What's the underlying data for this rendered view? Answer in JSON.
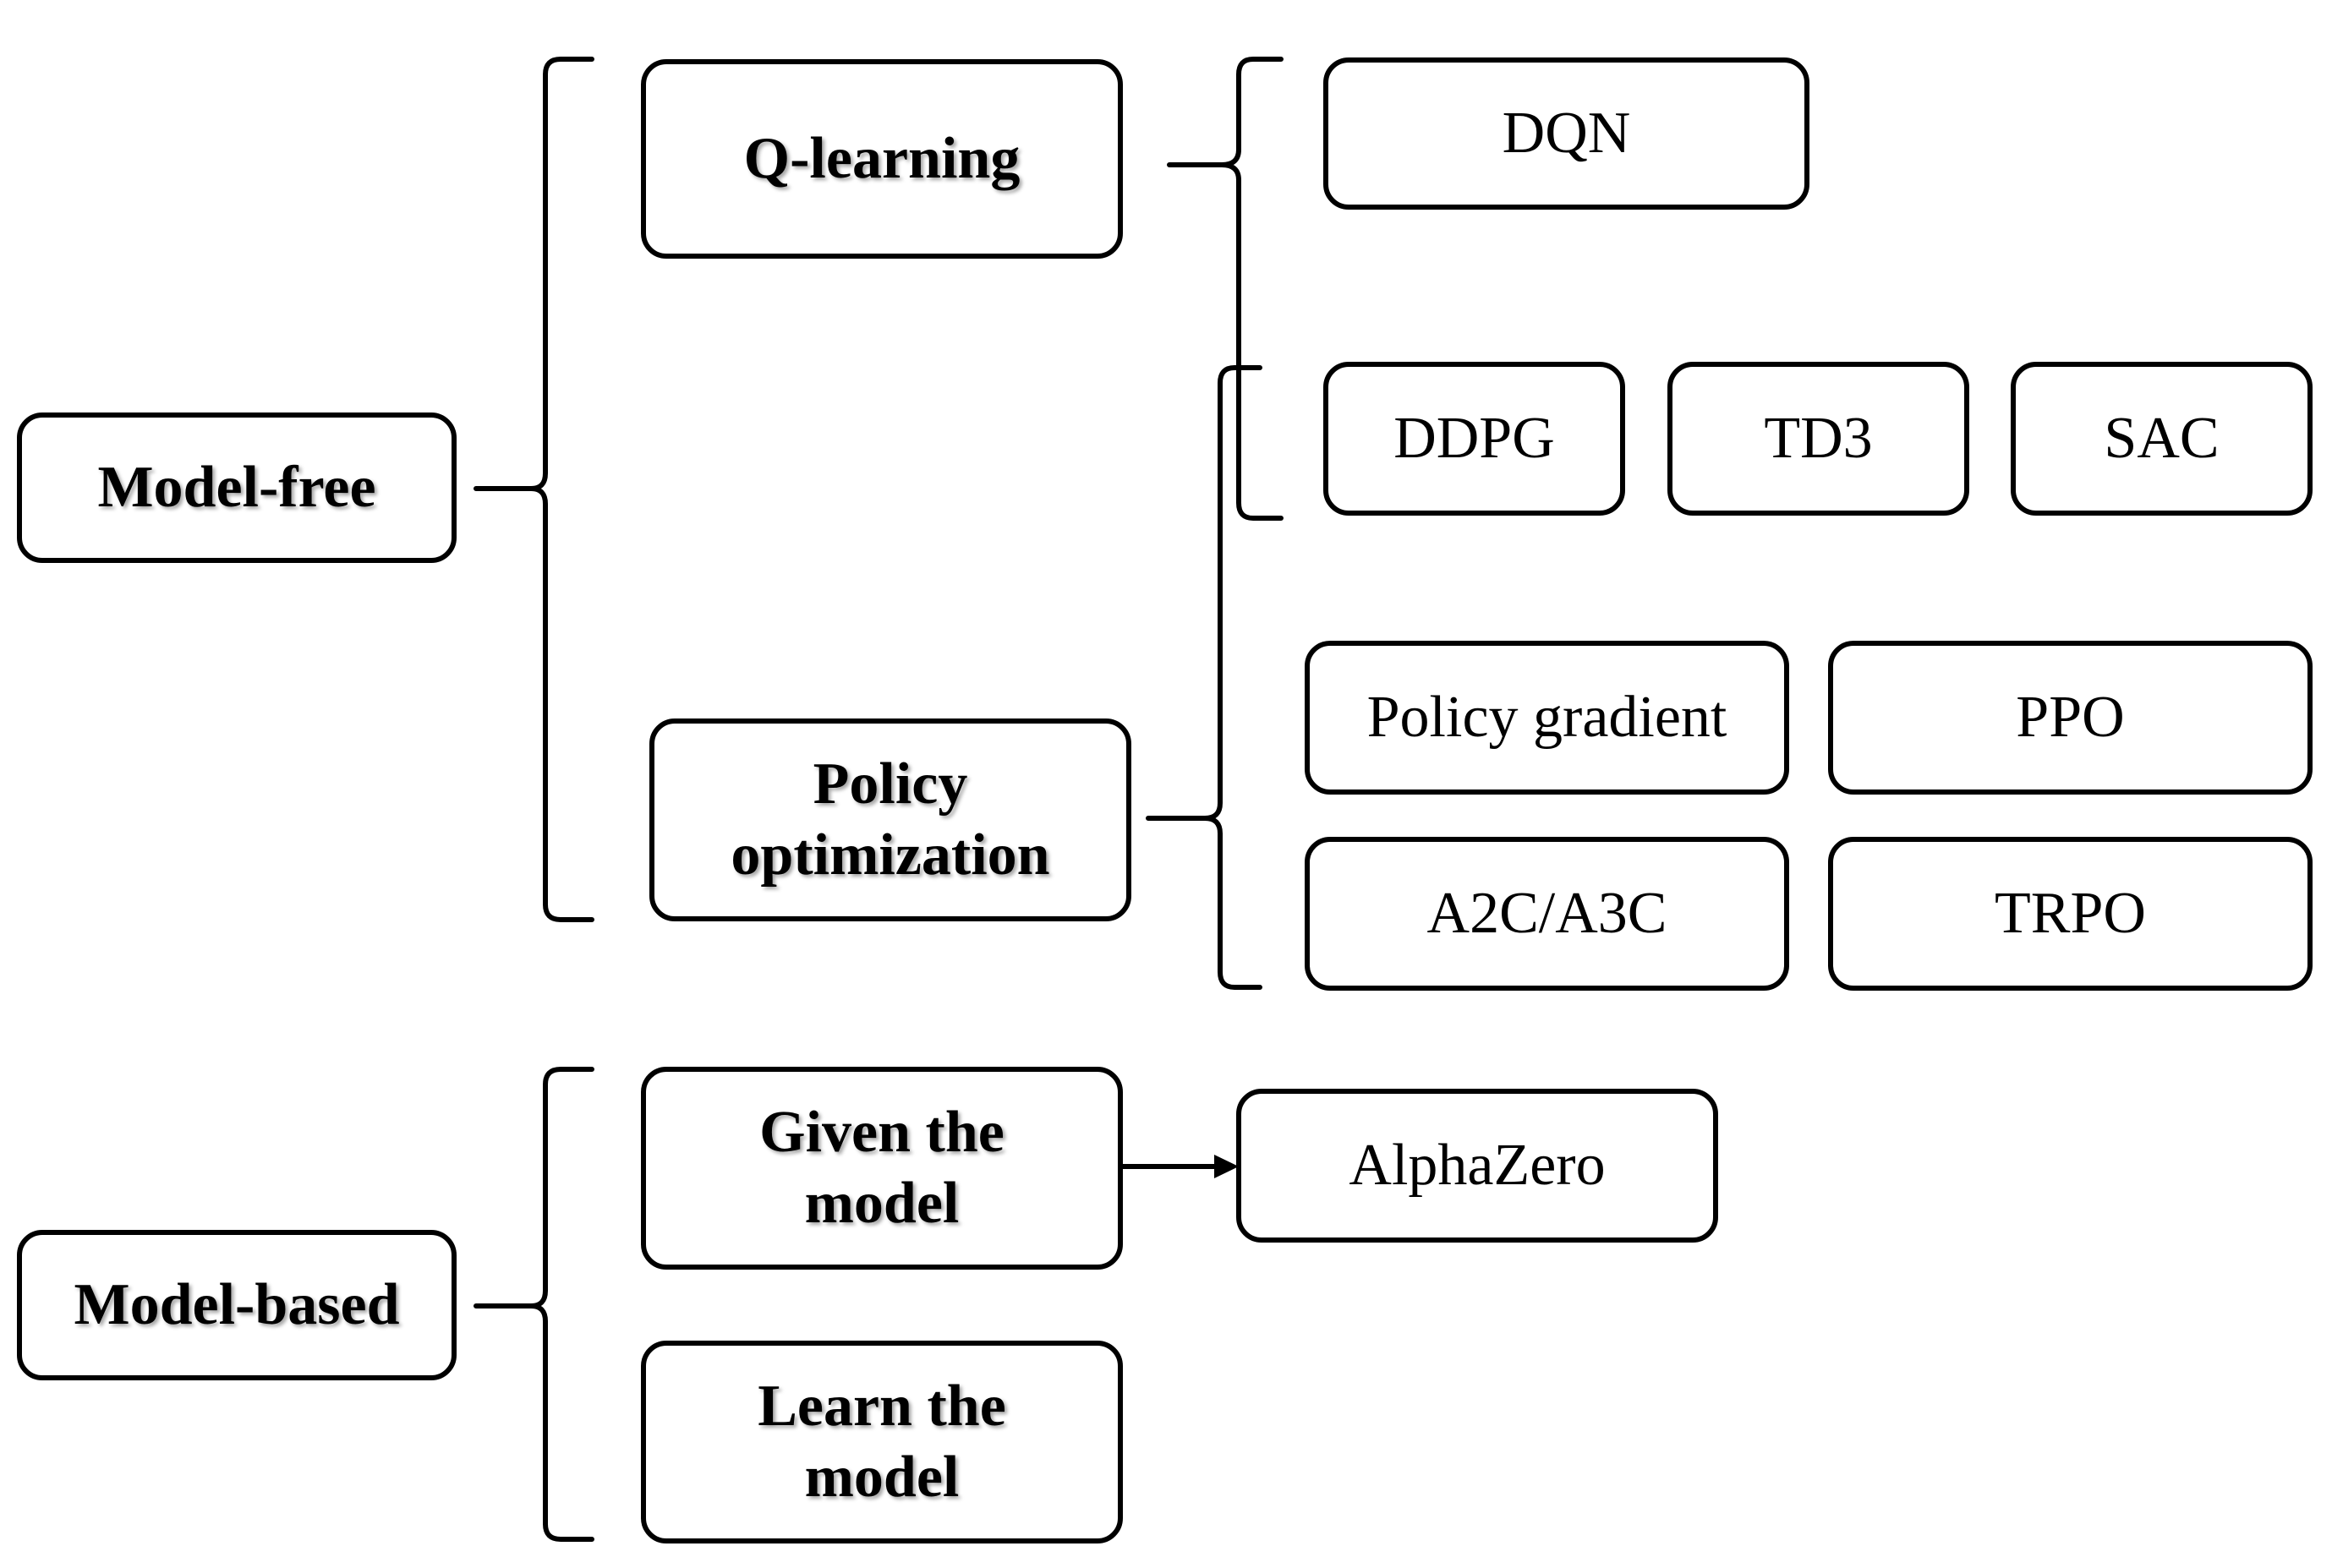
{
  "categories": {
    "model_free": "Model-free",
    "model_based": "Model-based"
  },
  "families": {
    "q_learning": "Q-learning",
    "policy_optimization": "Policy\noptimization",
    "given_model": "Given the\nmodel",
    "learn_model": "Learn the\nmodel"
  },
  "algorithms": {
    "dqn": "DQN",
    "ddpg": "DDPG",
    "td3": "TD3",
    "sac": "SAC",
    "policy_gradient": "Policy gradient",
    "ppo": "PPO",
    "a2c_a3c": "A2C/A3C",
    "trpo": "TRPO",
    "alphazero": "AlphaZero"
  }
}
